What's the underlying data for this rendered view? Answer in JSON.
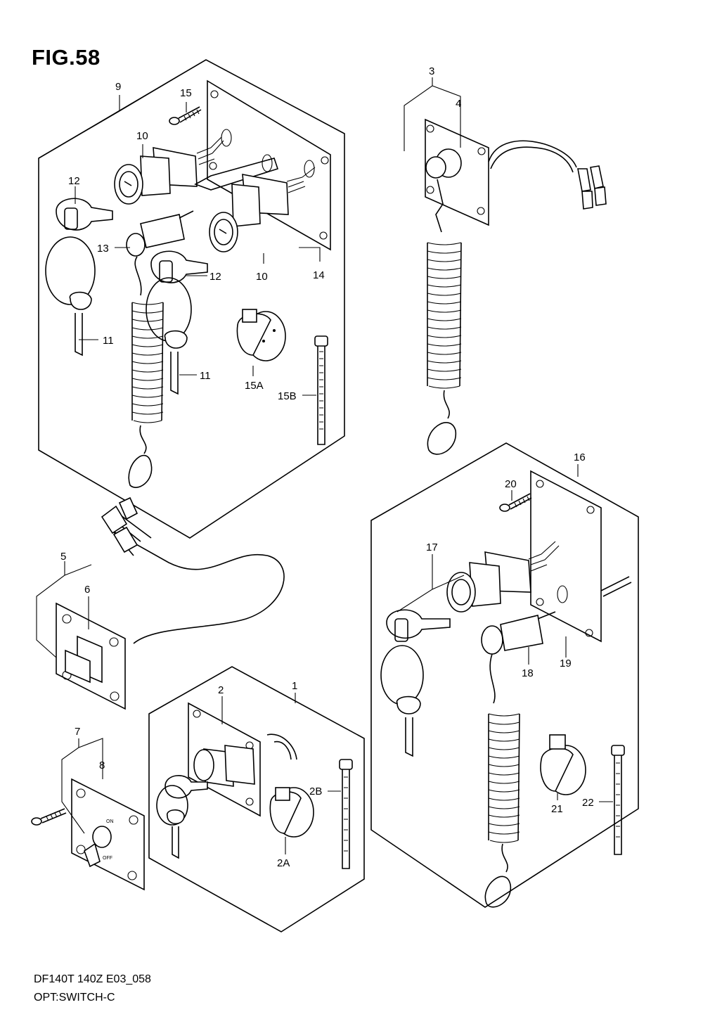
{
  "figure_title": "FIG.58",
  "footer": {
    "model_code": "DF140T 140Z E03_058",
    "section_name": "OPT:SWITCH-C"
  },
  "callouts": {
    "p1": "1",
    "p2": "2",
    "p2A": "2A",
    "p2B": "2B",
    "p3": "3",
    "p4": "4",
    "p5": "5",
    "p6": "6",
    "p7": "7",
    "p8": "8",
    "p9": "9",
    "p10a": "10",
    "p10b": "10",
    "p11a": "11",
    "p11b": "11",
    "p12a": "12",
    "p12b": "12",
    "p13": "13",
    "p14": "14",
    "p15": "15",
    "p15A": "15A",
    "p15B": "15B",
    "p16": "16",
    "p17": "17",
    "p18": "18",
    "p19": "19",
    "p20": "20",
    "p21": "21",
    "p22": "22"
  },
  "toggle_text": {
    "on": "ON",
    "off": "OFF"
  }
}
